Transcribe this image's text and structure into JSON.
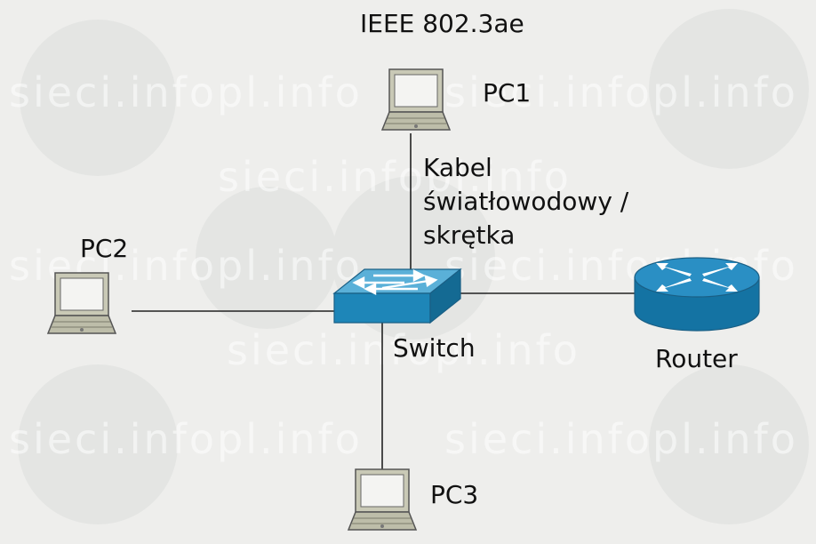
{
  "diagram": {
    "title": "IEEE 802.3ae",
    "cable_label_lines": [
      "Kabel",
      "światłowodowy /",
      "skrętka"
    ],
    "watermark": "sieci.infopl.info",
    "nodes": {
      "pc1": "PC1",
      "pc2": "PC2",
      "pc3": "PC3",
      "switch": "Switch",
      "router": "Router"
    },
    "colors": {
      "background": "#eeeeec",
      "device_blue": "#1e86b8",
      "laptop_fill": "#c9c9b6",
      "link": "#222222"
    }
  }
}
